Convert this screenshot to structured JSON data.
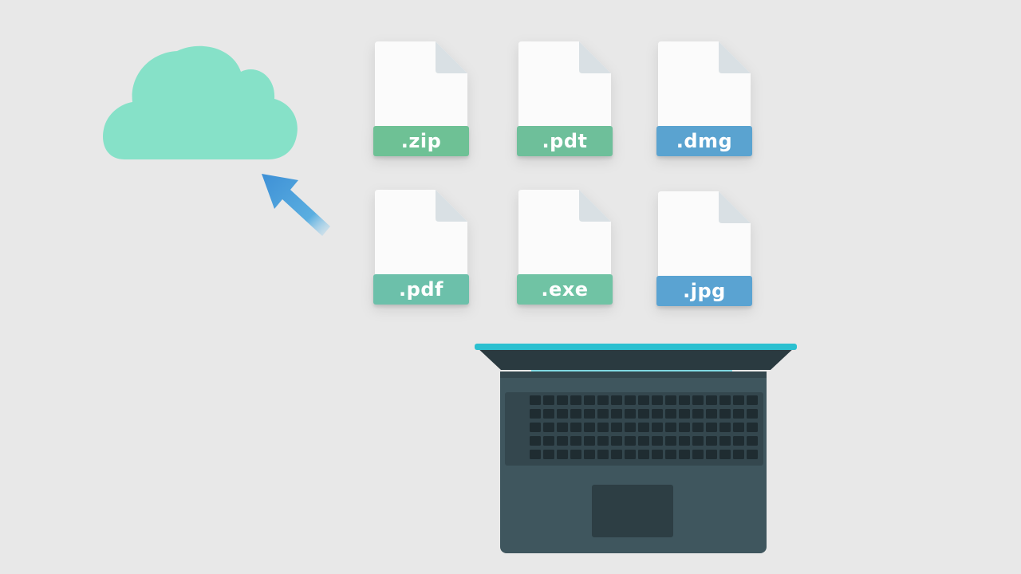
{
  "cloud": {
    "icon": "cloud-icon",
    "color": "#86e1c8"
  },
  "arrow": {
    "icon": "upload-arrow-icon",
    "color": "#4a9ad8"
  },
  "files": [
    {
      "extension": ".zip",
      "label_color": "#6ec195"
    },
    {
      "extension": ".pdt",
      "label_color": "#6ebf9a"
    },
    {
      "extension": ".dmg",
      "label_color": "#5aa3d0"
    },
    {
      "extension": ".pdf",
      "label_color": "#6cc0aa"
    },
    {
      "extension": ".exe",
      "label_color": "#70c3a4"
    },
    {
      "extension": ".jpg",
      "label_color": "#5aa3d2"
    }
  ],
  "laptop": {
    "icon": "laptop-icon",
    "body_color": "#3f565e",
    "accent_color": "#2bc0d0"
  }
}
